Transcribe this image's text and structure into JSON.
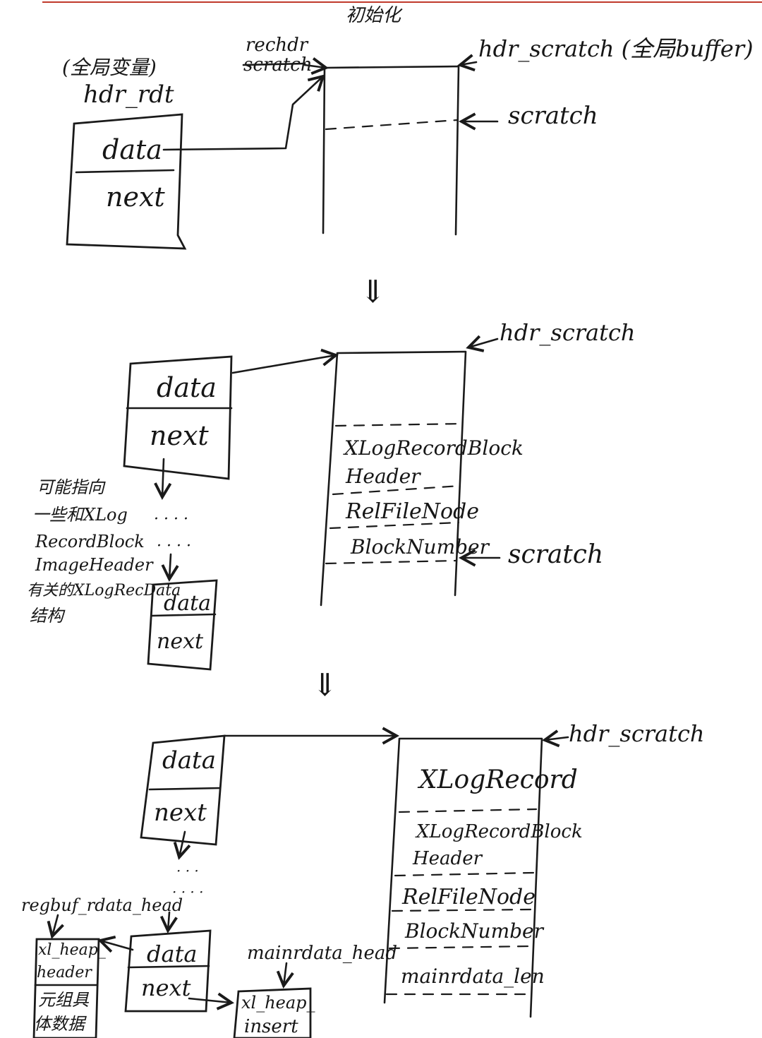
{
  "colors": {
    "ink": "#1a1a1a",
    "paper": "#ffffff",
    "top_rule": "#c0392b"
  },
  "stage1": {
    "title": "初始化",
    "global_var_note": "(全局变量)",
    "var_name": "hdr_rdt",
    "field_data": "data",
    "field_next": "next",
    "rechdr_label": "rechdr",
    "scratch_struck": "scratch",
    "buffer_label": "hdr_scratch (全局buffer)",
    "scratch_label": "scratch"
  },
  "stage2": {
    "arrow": "⇓",
    "buffer_label": "hdr_scratch",
    "field_data": "data",
    "field_next": "next",
    "seg_block_header": [
      "XLogRecordBlock",
      "Header"
    ],
    "seg_relfilenode": "RelFileNode",
    "seg_blocknumber": "BlockNumber",
    "scratch_label": "scratch",
    "note_lines": [
      "可能指向",
      "一些和XLog",
      "RecordBlock",
      "ImageHeader",
      "有关的XLogRecData",
      "结构"
    ],
    "dots": "· · · ·",
    "small_data": "data",
    "small_next": "next"
  },
  "stage3": {
    "arrow": "⇓",
    "buffer_label": "hdr_scratch",
    "field_data": "data",
    "field_next": "next",
    "seg_xlogrecord": "XLogRecord",
    "seg_block_header": [
      "XLogRecordBlock",
      "Header"
    ],
    "seg_relfilenode": "RelFileNode",
    "seg_blocknumber": "BlockNumber",
    "seg_mainrdata_len": "mainrdata_len",
    "regbuf_label": "regbuf_rdata_head",
    "heap_header": [
      "xl_heap_",
      "header"
    ],
    "tuple_data": [
      "元组具",
      "体数据"
    ],
    "small_data": "data",
    "small_next": "next",
    "mainrdata_label": "mainrdata_head",
    "heap_insert": [
      "xl_heap_",
      "insert"
    ]
  }
}
